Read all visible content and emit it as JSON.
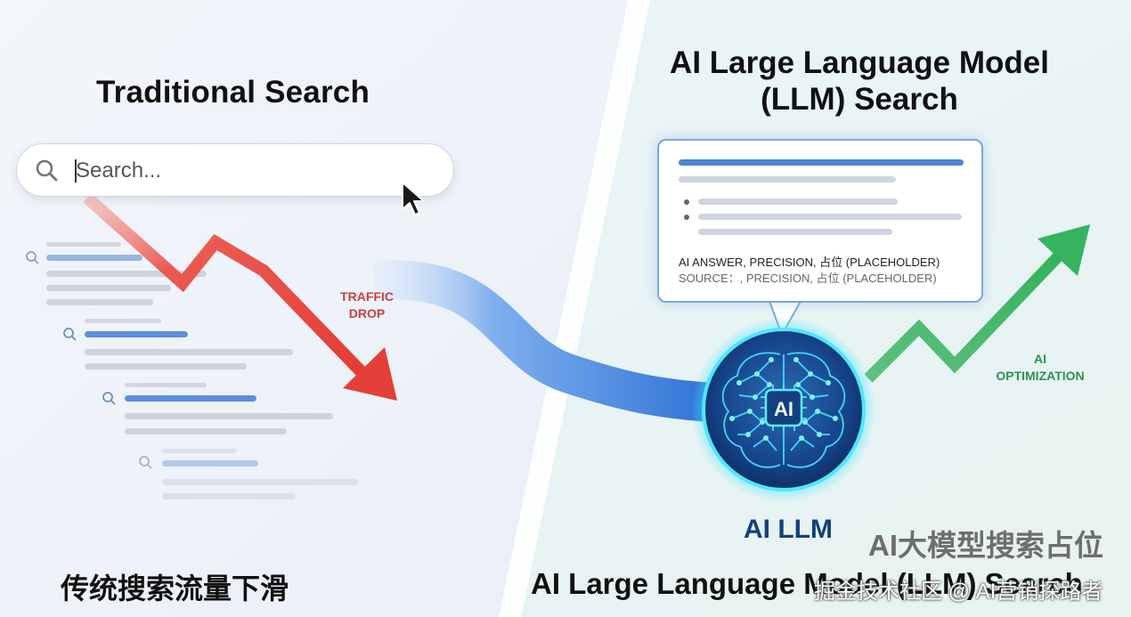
{
  "left_panel": {
    "title": "Traditional Search",
    "search_placeholder": "Search...",
    "traffic_label_line1": "TRAFFIC",
    "traffic_label_line2": "DROP",
    "caption": "传统搜索流量下滑"
  },
  "right_panel": {
    "title_line1": "AI Large Language Model",
    "title_line2": "(LLM) Search",
    "answer_line": "AI ANSWER, PRECISION, 占位 (PLACEHOLDER)",
    "source_line": "SOURCE：, PRECISION, 占位 (PLACEHOLDER)",
    "chip_label": "AI",
    "node_label": "AI LLM",
    "optimization_line1": "AI",
    "optimization_line2": "OPTIMIZATION",
    "caption_cn": "AI大模型搜索占位",
    "caption_en": "AI Large Language Model (LLM) Search"
  },
  "watermark": "掘金技术社区 @ AI营销探路者",
  "colors": {
    "drop_arrow": "#e8433e",
    "growth_arrow": "#3fb262",
    "flow": "#3b7fd8",
    "ai_node": "#1a4c8c",
    "glow": "#3fe0ff"
  }
}
